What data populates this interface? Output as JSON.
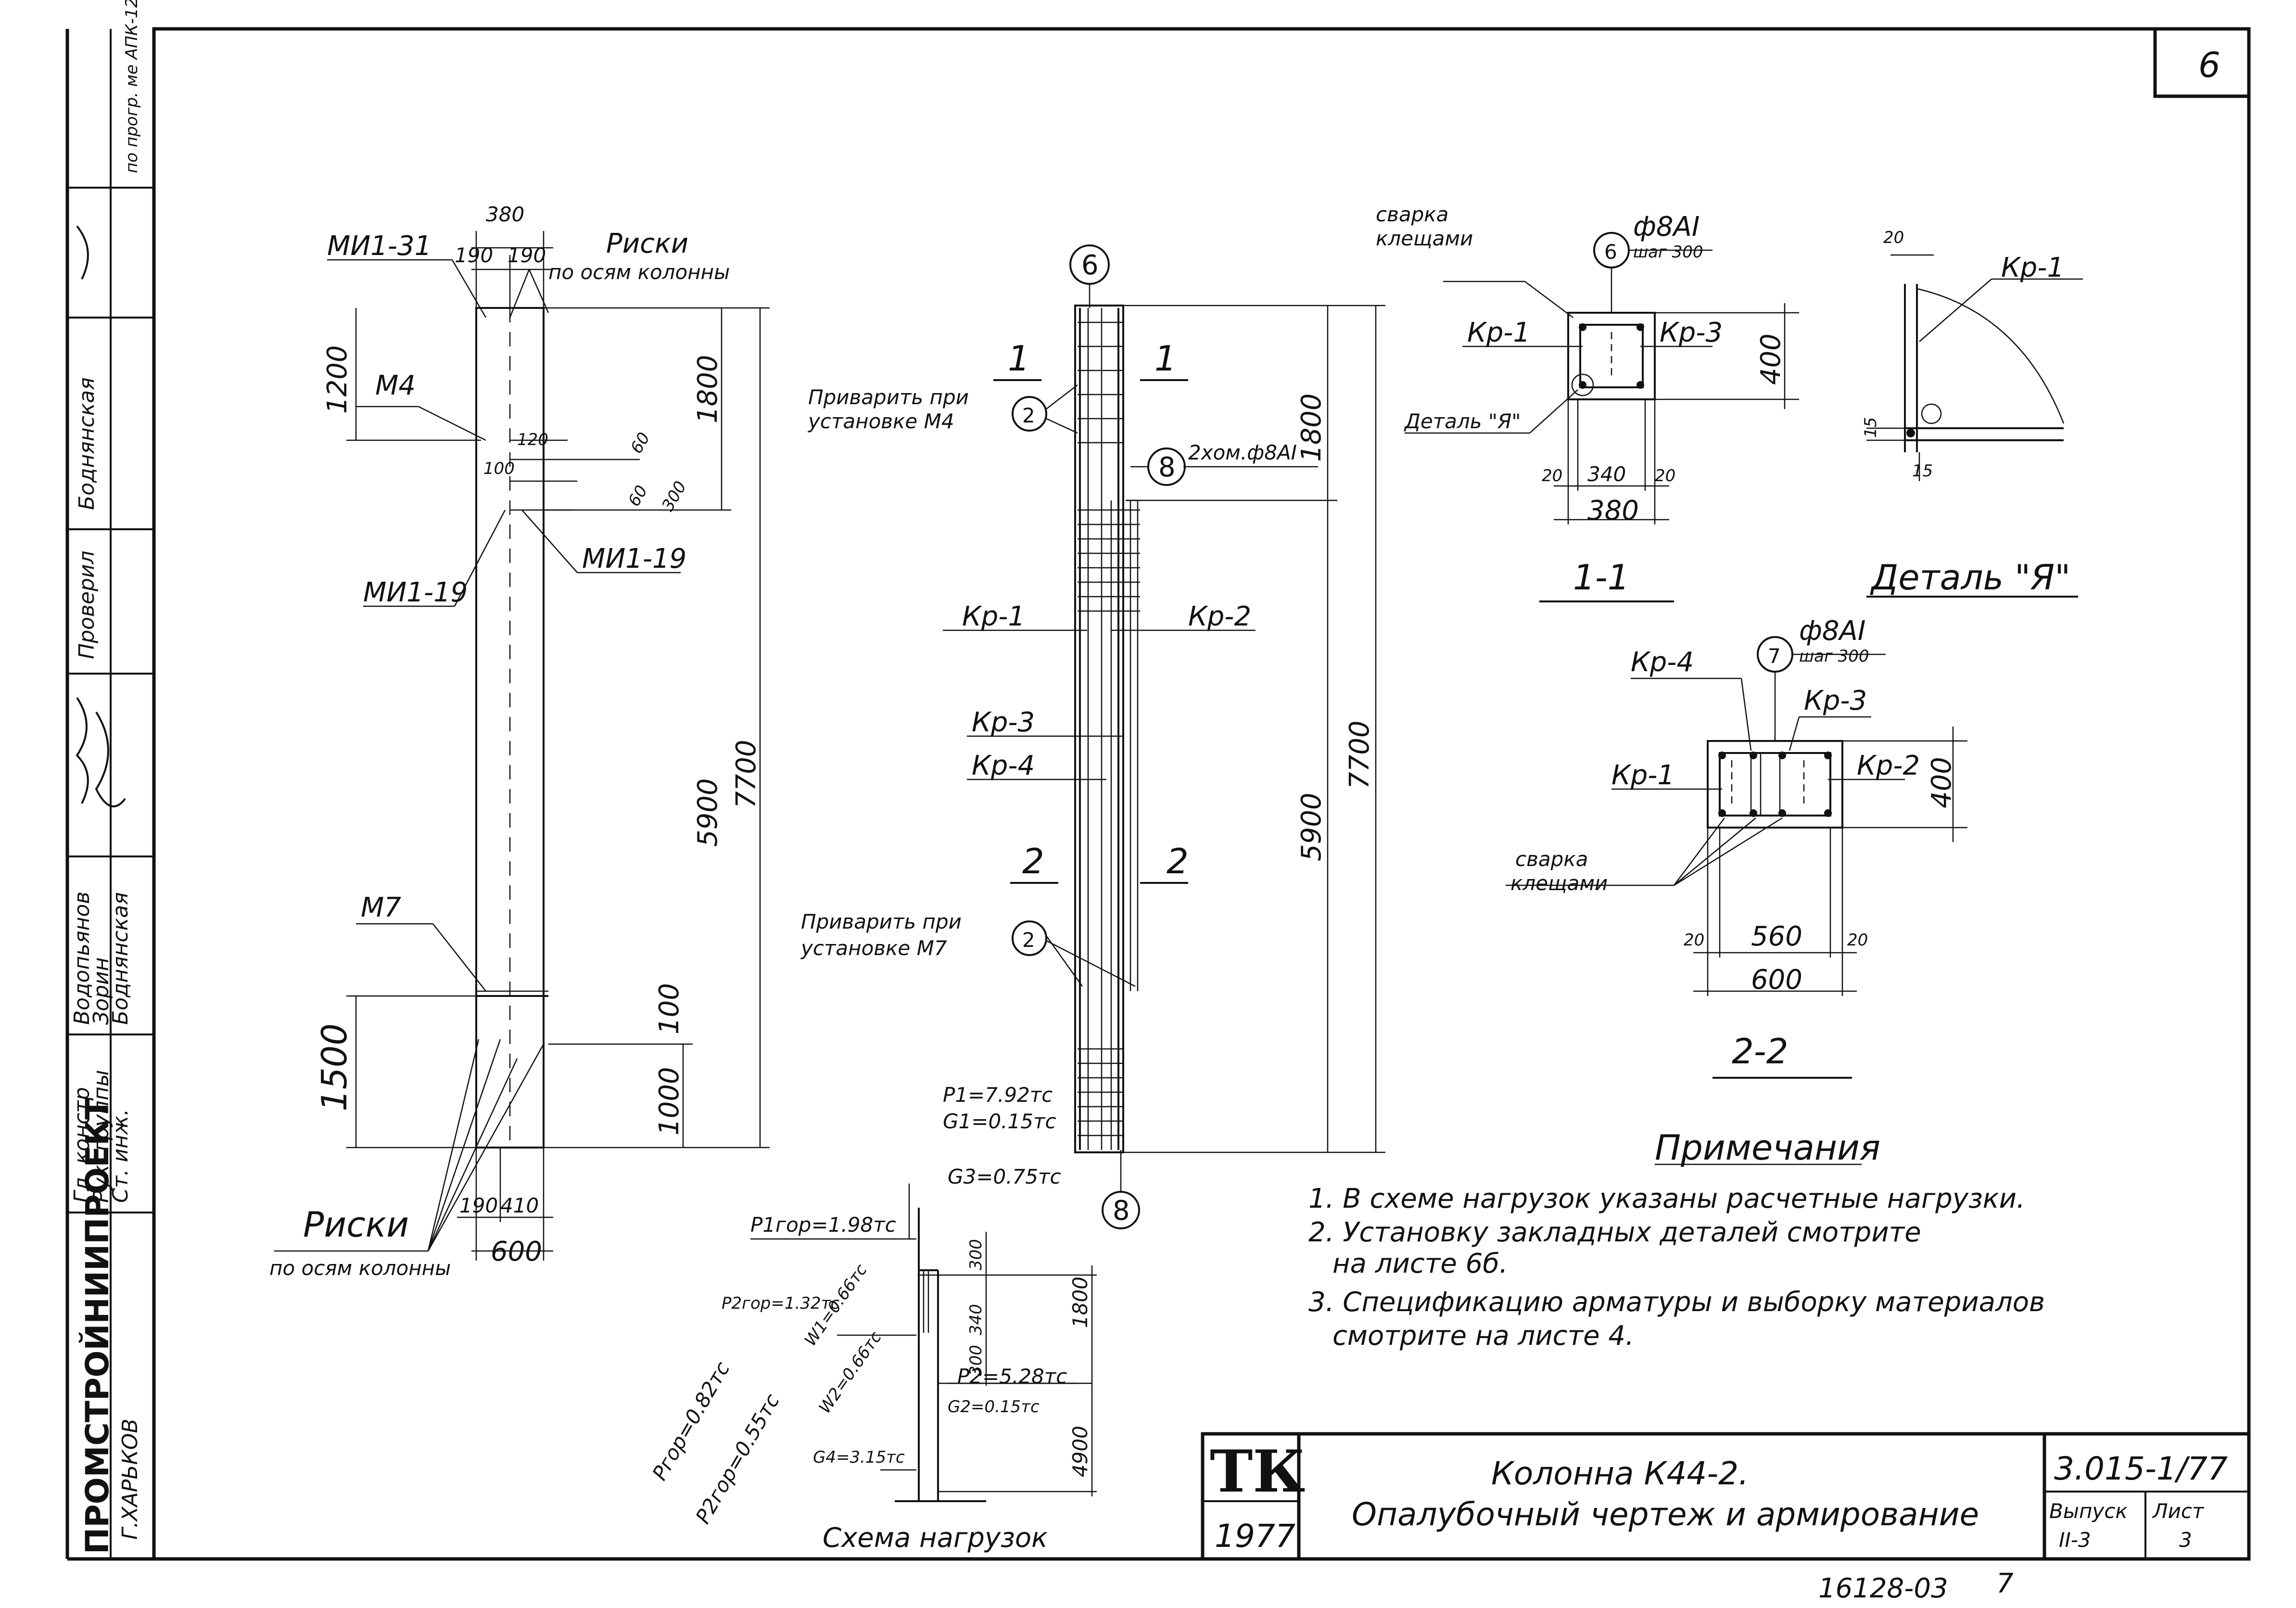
{
  "sheet": {
    "corner_number": "6",
    "bottom_code": "16128-03",
    "bottom_page": "7"
  },
  "side_stamp": {
    "org": "ПРОМСТРОЙНИИПРОЕКТ",
    "city": "Г.ХАРЬКОВ",
    "roles": [
      "Гл. констр",
      "Рук. группы",
      "Ст. инж."
    ],
    "names": [
      "Водопьянов",
      "Зорин",
      "Боднянская"
    ],
    "checked_label": "Проверил",
    "checked_name": "Боднянская",
    "top_note": "по прогр. ме АПК-12"
  },
  "elevation": {
    "labels": {
      "mi1_31": "МИ1-31",
      "riski_top": "Риски",
      "riski_top_sub": "по осям колонны",
      "m4": "М4",
      "mi1_19_right": "МИ1-19",
      "mi1_19_left": "МИ1-19",
      "m7": "М7",
      "riski_bottom": "Риски",
      "riski_bottom_sub": "по осям колонны"
    },
    "dims": {
      "top_width": "380",
      "top_left": "190",
      "top_right": "190",
      "d1200": "1200",
      "d1800": "1800",
      "d5900": "5900",
      "d7700": "7700",
      "d120": "120",
      "d100": "100",
      "d60a": "60",
      "d60b": "60",
      "d300": "300",
      "d1500": "1500",
      "d100b": "100",
      "d1000": "1000",
      "d190": "190",
      "d410": "410",
      "d600": "600"
    }
  },
  "reinforcement": {
    "marks": {
      "top": "6",
      "mid": "8",
      "bottom": "8",
      "c2a": "2",
      "c2b": "2"
    },
    "labels": {
      "weld_m4": "Приварить при",
      "weld_m4_sub": "установке М4",
      "khom": "2хом.ф8АI",
      "kr1": "Кр-1",
      "kr2": "Кр-2",
      "kr3": "Кр-3",
      "kr4": "Кр-4",
      "weld_m7": "Приварить при",
      "weld_m7_sub": "установке М7",
      "sec1a": "1",
      "sec1b": "1",
      "sec2a": "2",
      "sec2b": "2"
    },
    "dims": {
      "d1800": "1800",
      "d5900": "5900",
      "d7700": "7700"
    }
  },
  "loads": {
    "title": "Схема нагрузок",
    "p1": "P1=7.92тс",
    "g1": "G1=0.15тс",
    "g3": "G3=0.75тс",
    "p1h": "P1гор=1.98тс",
    "p2h": "P2гор=1.32тс",
    "w1": "W1=0.66тс",
    "p1y": "Pгор=0.82тс",
    "p2y": "P2гор=0.55тс",
    "w2": "W2=0.66тс",
    "p2": "P2=5.28тс",
    "g2": "G2=0.15тс",
    "g4": "G4=3.15тс",
    "d300": "300",
    "d340": "340",
    "d300b": "300",
    "d1800": "1800",
    "d4900": "4900"
  },
  "section11": {
    "title": "1-1",
    "weld": "сварка",
    "weld_sub": "клещами",
    "mark": "6",
    "bar": "ф8АI",
    "step": "шаг 300",
    "kr1": "Кр-1",
    "kr3": "Кр-3",
    "detail": "Деталь \"Я\"",
    "d400": "400",
    "d20a": "20",
    "d340": "340",
    "d20b": "20",
    "d380": "380"
  },
  "detailYa": {
    "title": "Деталь \"Я\"",
    "kr1": "Кр-1",
    "d20": "20",
    "d15a": "15",
    "d15b": "15"
  },
  "section22": {
    "title": "2-2",
    "kr4": "Кр-4",
    "mark": "7",
    "bar": "ф8АI",
    "step": "шаг 300",
    "kr3": "Кр-3",
    "kr1": "Кр-1",
    "kr2": "Кр-2",
    "weld": "сварка",
    "weld_sub": "клещами",
    "d400": "400",
    "d20a": "20",
    "d560": "560",
    "d20b": "20",
    "d600": "600"
  },
  "notes": {
    "heading": "Примечания",
    "items": [
      "1. В схеме нагрузок указаны расчетные нагрузки.",
      "2. Установку закладных деталей смотрите",
      "на листе 6б.",
      "3. Спецификацию арматуры и выборку материалов",
      "смотрите на листе 4."
    ]
  },
  "title_block": {
    "logo": "ТК",
    "year": "1977",
    "title_line1": "Колонна К44-2.",
    "title_line2": "Опалубочный чертеж и армирование",
    "code": "3.015-1/77",
    "issue_label": "Выпуск",
    "issue_value": "II-3",
    "sheet_label": "Лист",
    "sheet_value": "3"
  }
}
